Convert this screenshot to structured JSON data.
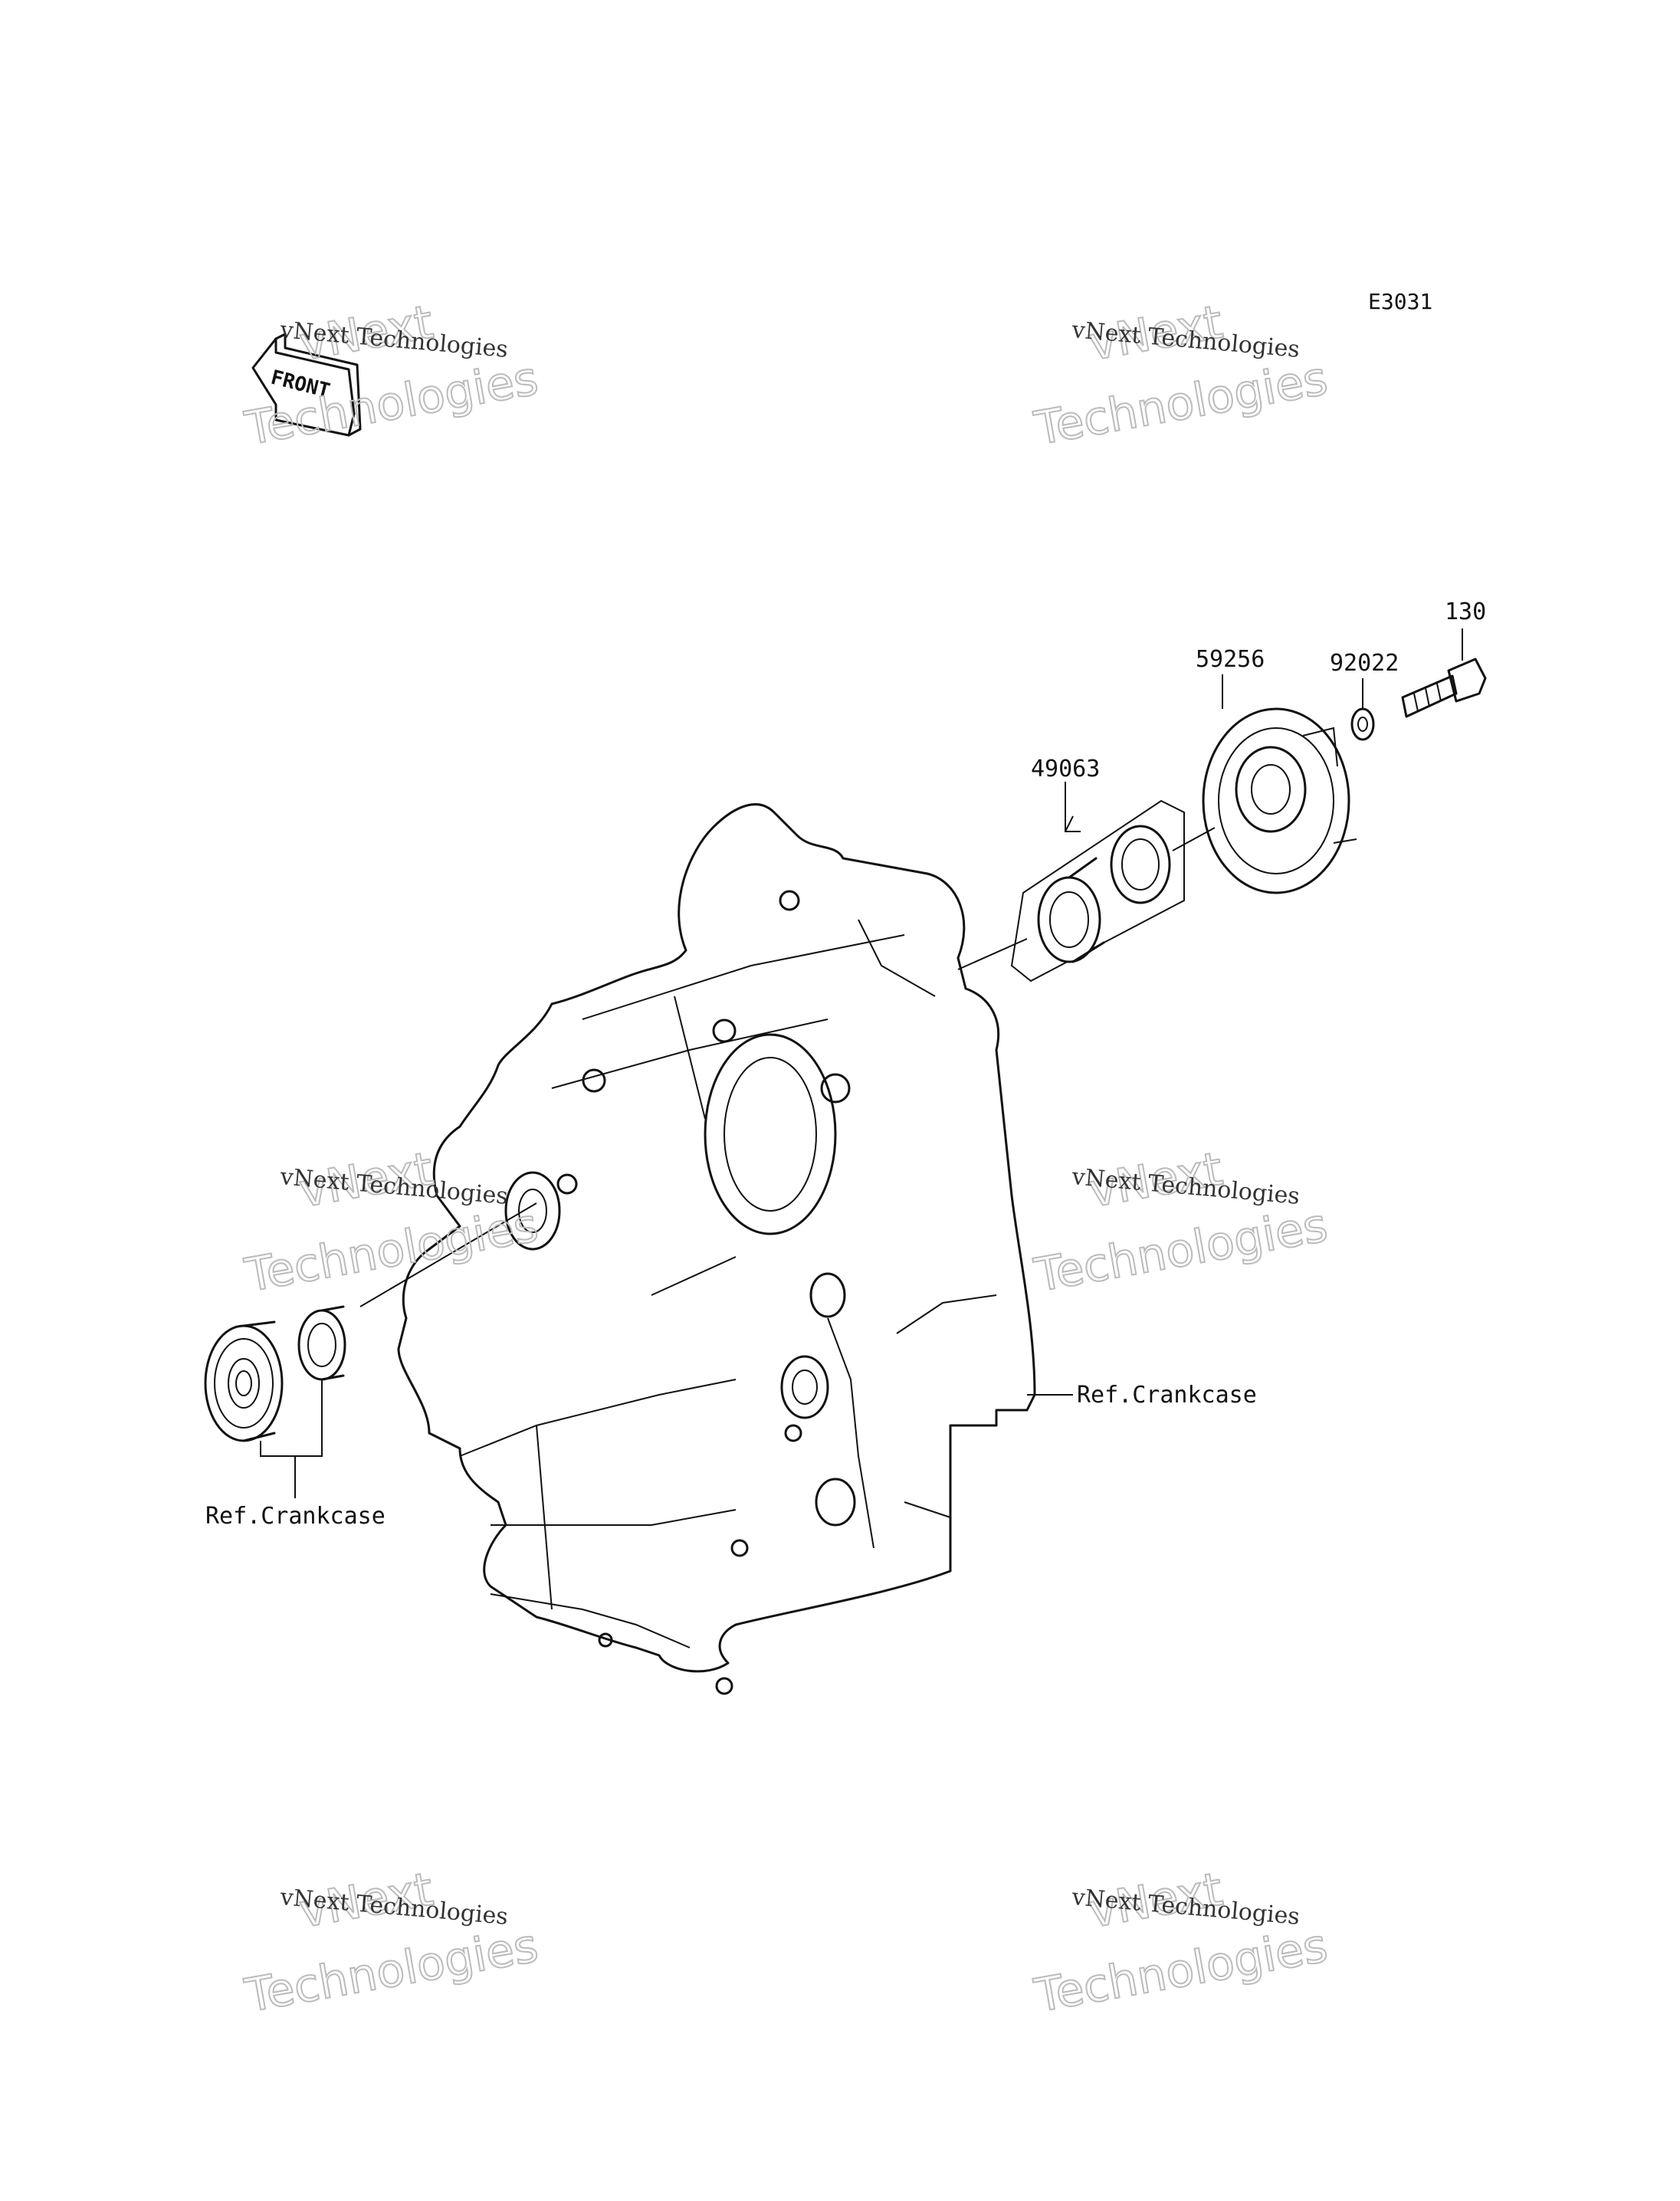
{
  "diagram": {
    "code": "E3031",
    "front_arrow_text": "FRONT",
    "callouts": {
      "bolt": "130",
      "washer": "92022",
      "cover": "59256",
      "seal_kit": "49063",
      "ref_crankcase_right": "Ref.Crankcase",
      "ref_crankcase_left": "Ref.Crankcase"
    },
    "watermark": {
      "brand": "vNext Technologies",
      "line1": "vNext",
      "line2": "Technologies"
    }
  }
}
